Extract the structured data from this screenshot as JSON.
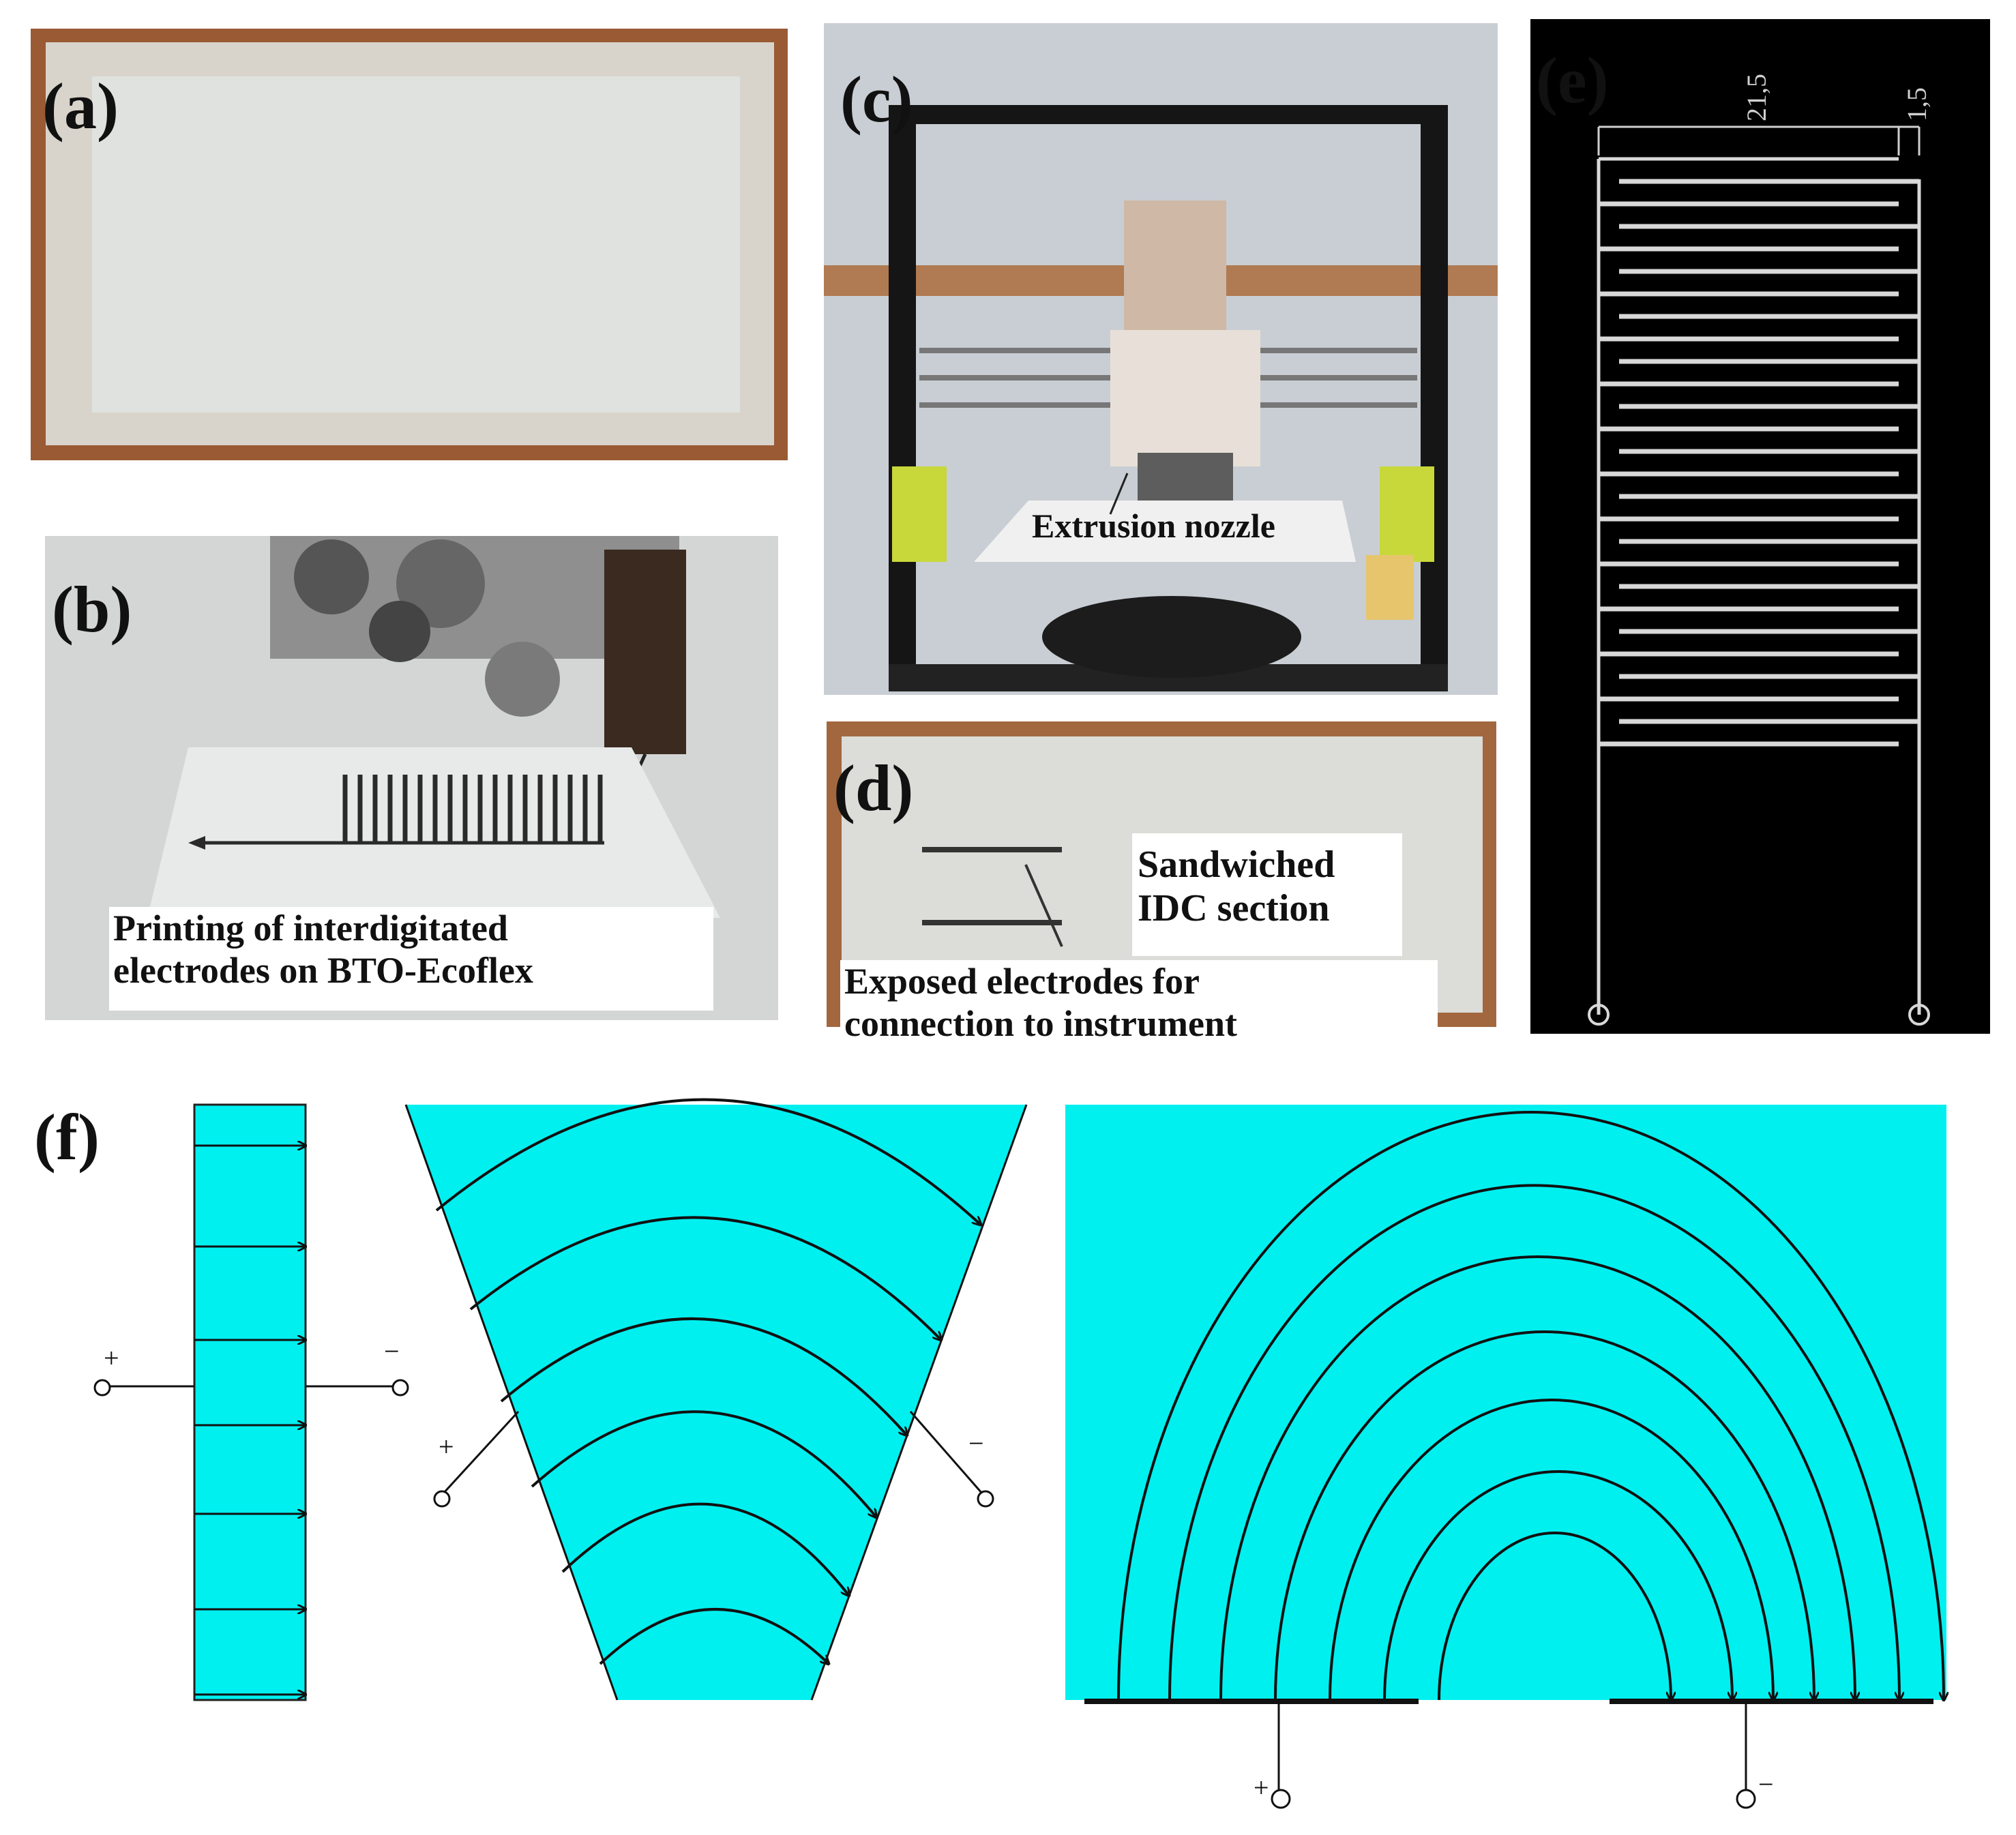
{
  "panels": {
    "a": {
      "label": "(a)"
    },
    "b": {
      "label": "(b)",
      "caption_line1": "Printing of interdigitated",
      "caption_line2": "electrodes on BTO-Ecoflex"
    },
    "c": {
      "label": "(c)",
      "callout": "Extrusion nozzle"
    },
    "d": {
      "label": "(d)",
      "callout1_line1": "Sandwiched",
      "callout1_line2": "IDC section",
      "callout2_line1": "Exposed electrodes for",
      "callout2_line2": "connection to instrument"
    },
    "e": {
      "label": "(e)",
      "dim1": "21,5",
      "dim2": "1,5"
    },
    "f": {
      "label": "(f)",
      "plus": "+",
      "minus": "−"
    }
  },
  "colors": {
    "cyan": "#00F0F0",
    "frame_brown": "#9A5A34",
    "black": "#000000"
  }
}
